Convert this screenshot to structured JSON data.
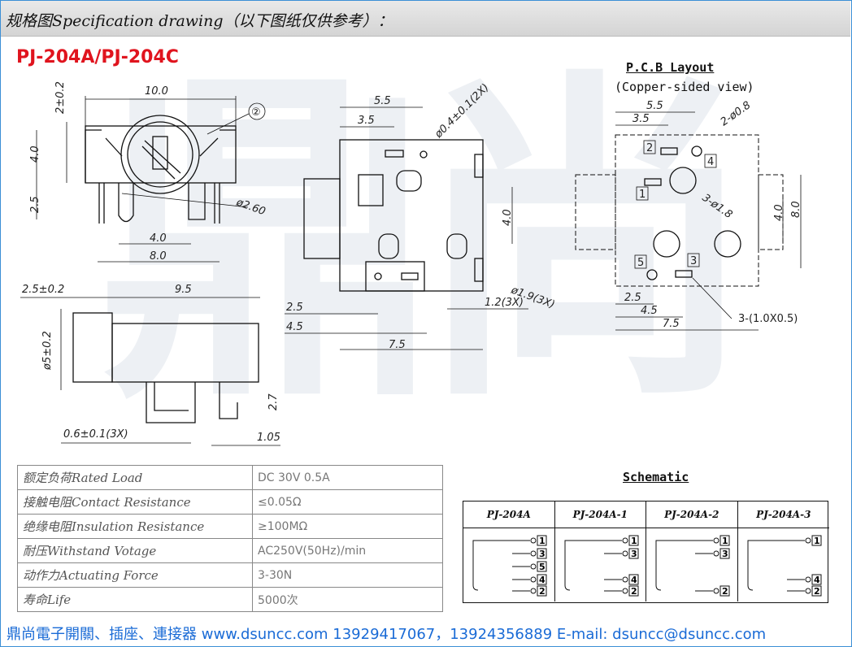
{
  "header": {
    "title": "规格图Specification drawing（以下图纸仅供参考）："
  },
  "model": "PJ-204A/PJ-204C",
  "watermark": "鼎尚",
  "front_view": {
    "dims": [
      "10.0",
      "2±0.2",
      "4.0",
      "2.5",
      "4.0",
      "8.0",
      "ø2.60",
      "②"
    ]
  },
  "side_view": {
    "dims": [
      "2.5±0.2",
      "9.5",
      "ø5±0.2",
      "2.7",
      "0.6±0.1(3X)",
      "1.05"
    ]
  },
  "top_view": {
    "dims": [
      "5.5",
      "3.5",
      "ø0.4±0.1(2X)",
      "4.0",
      "ø1.9(3X)",
      "2.5",
      "4.5",
      "1.2(3X)",
      "7.5"
    ]
  },
  "pcb": {
    "title": "P.C.B Layout",
    "subtitle": "(Copper-sided view)",
    "dims": [
      "5.5",
      "3.5",
      "2-ø0.8",
      "3-ø1.8",
      "4.0",
      "8.0",
      "2.5",
      "4.5",
      "7.5",
      "3-(1.0X0.5)"
    ],
    "pins": [
      "2",
      "4",
      "1",
      "5",
      "3"
    ]
  },
  "specs": [
    {
      "key": "额定负荷Rated Load",
      "value": "DC 30V 0.5A"
    },
    {
      "key": "接触电阻Contact Resistance",
      "value": "≤0.05Ω"
    },
    {
      "key": "绝缘电阻Insulation Resistance",
      "value": "≥100MΩ"
    },
    {
      "key": "耐压Withstand Votage",
      "value": "AC250V(50Hz)/min"
    },
    {
      "key": "动作力Actuating Force",
      "value": "3-30N"
    },
    {
      "key": "寿命Life",
      "value": "5000次"
    }
  ],
  "schematic": {
    "title": "Schematic",
    "columns": [
      {
        "name": "PJ-204A",
        "pins": [
          "1",
          "3",
          "5",
          "4",
          "2"
        ]
      },
      {
        "name": "PJ-204A-1",
        "pins": [
          "1",
          "3",
          "4",
          "2"
        ]
      },
      {
        "name": "PJ-204A-2",
        "pins": [
          "1",
          "3",
          "2"
        ]
      },
      {
        "name": "PJ-204A-3",
        "pins": [
          "1",
          "4",
          "2"
        ]
      }
    ]
  },
  "footer": {
    "text": "鼎尚電子開關、插座、連接器  www.dsuncc.com  13929417067，13924356889  E-mail: dsuncc@dsuncc.com"
  },
  "colors": {
    "accent": "#e0141e",
    "link": "#1a6bd6",
    "frame": "#3b8fd6"
  }
}
